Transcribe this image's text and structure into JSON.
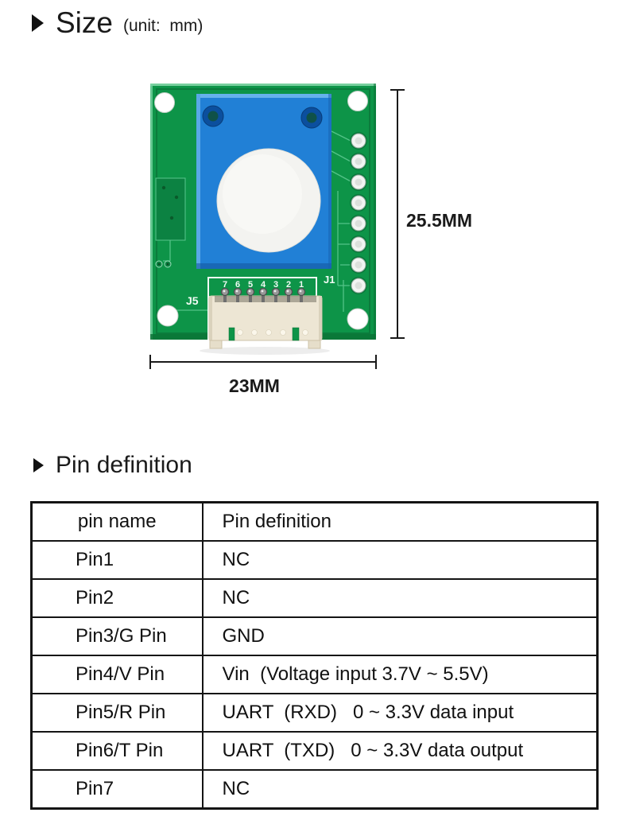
{
  "size_section": {
    "title": "Size",
    "unit_note": "(unit:  mm)",
    "dim_height_label": "25.5MM",
    "dim_width_label": "23MM",
    "board": {
      "silk_j5": "J5",
      "silk_j1": "J1",
      "pin_numbers": [
        "7",
        "6",
        "5",
        "4",
        "3",
        "2",
        "1"
      ]
    },
    "colors": {
      "board_green": "#0D9448",
      "board_green_dark": "#0B7B3C",
      "trace_light": "#5BC88E",
      "module_blue": "#2180D6",
      "module_hole_ring": "#0B4F9E",
      "sensor_white": "#F3F3F0",
      "connector_cream": "#EDE6D4",
      "dimension_line": "#1A1A1A"
    }
  },
  "pin_section": {
    "title": "Pin definition",
    "table": {
      "headers": [
        "pin name",
        "Pin definition"
      ],
      "rows": [
        [
          "Pin1",
          "NC"
        ],
        [
          "Pin2",
          "NC"
        ],
        [
          "Pin3/G Pin",
          "GND"
        ],
        [
          "Pin4/V Pin",
          "Vin  (Voltage input 3.7V ~ 5.5V)"
        ],
        [
          "Pin5/R Pin",
          "UART  (RXD)   0 ~ 3.3V data input"
        ],
        [
          "Pin6/T Pin",
          "UART  (TXD)   0 ~ 3.3V data output"
        ],
        [
          "Pin7",
          "NC"
        ]
      ]
    }
  }
}
